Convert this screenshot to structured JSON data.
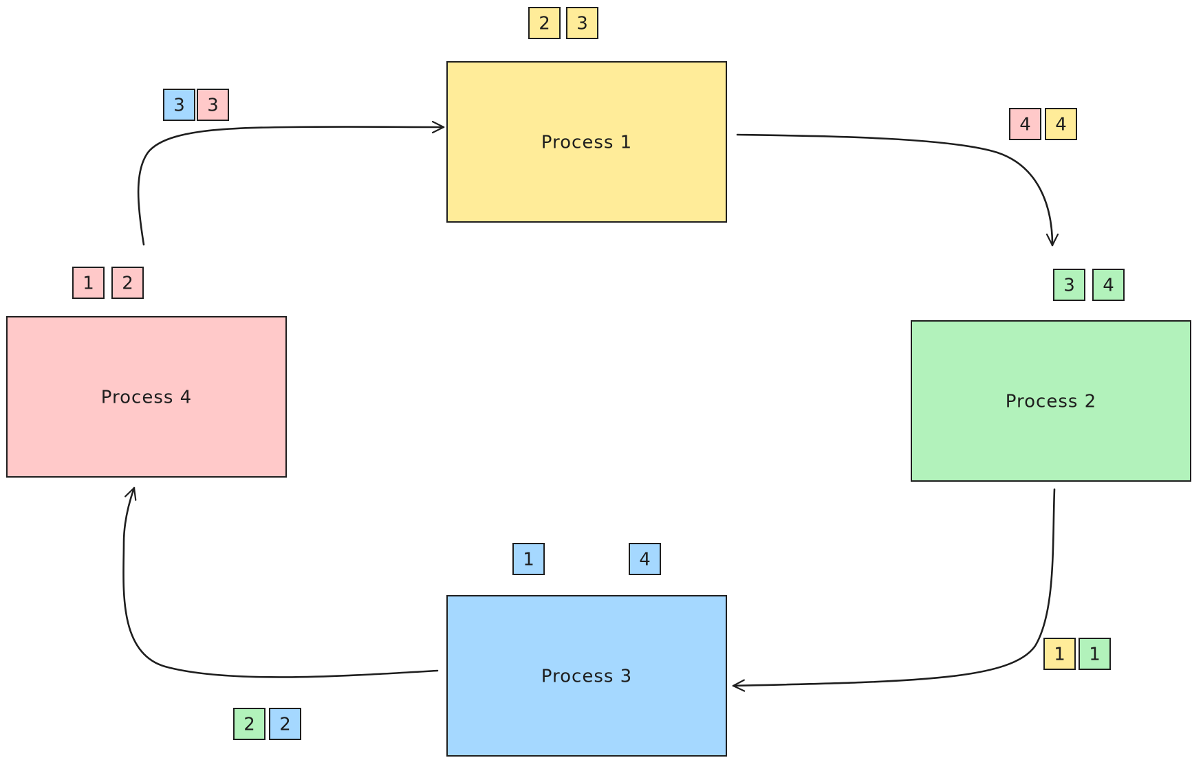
{
  "colors": {
    "yellow": "#ffec99",
    "green": "#b2f2bb",
    "blue": "#a5d8ff",
    "pink": "#ffc9c9",
    "stroke": "#1e1e1e"
  },
  "processes": [
    {
      "id": "p1",
      "label": "Process 1",
      "color": "yellow"
    },
    {
      "id": "p2",
      "label": "Process 2",
      "color": "green"
    },
    {
      "id": "p3",
      "label": "Process 3",
      "color": "blue"
    },
    {
      "id": "p4",
      "label": "Process 4",
      "color": "pink"
    }
  ],
  "token_groups": [
    {
      "id": "g-top",
      "tokens": [
        {
          "label": "2",
          "color": "yellow"
        },
        {
          "label": "3",
          "color": "yellow"
        }
      ]
    },
    {
      "id": "g-top-left",
      "tokens": [
        {
          "label": "3",
          "color": "blue"
        },
        {
          "label": "3",
          "color": "pink"
        }
      ]
    },
    {
      "id": "g-top-right",
      "tokens": [
        {
          "label": "4",
          "color": "pink"
        },
        {
          "label": "4",
          "color": "yellow"
        }
      ]
    },
    {
      "id": "g-p2",
      "tokens": [
        {
          "label": "3",
          "color": "green"
        },
        {
          "label": "4",
          "color": "green"
        }
      ]
    },
    {
      "id": "g-p4",
      "tokens": [
        {
          "label": "1",
          "color": "pink"
        },
        {
          "label": "2",
          "color": "pink"
        }
      ]
    },
    {
      "id": "g-bottom-right",
      "tokens": [
        {
          "label": "1",
          "color": "yellow"
        },
        {
          "label": "1",
          "color": "green"
        }
      ]
    },
    {
      "id": "g-bottom-left",
      "tokens": [
        {
          "label": "2",
          "color": "green"
        },
        {
          "label": "2",
          "color": "blue"
        }
      ]
    },
    {
      "id": "g-p3",
      "tokens": [
        {
          "label": "1",
          "color": "blue"
        },
        {
          "label": "4",
          "color": "blue"
        }
      ]
    }
  ]
}
